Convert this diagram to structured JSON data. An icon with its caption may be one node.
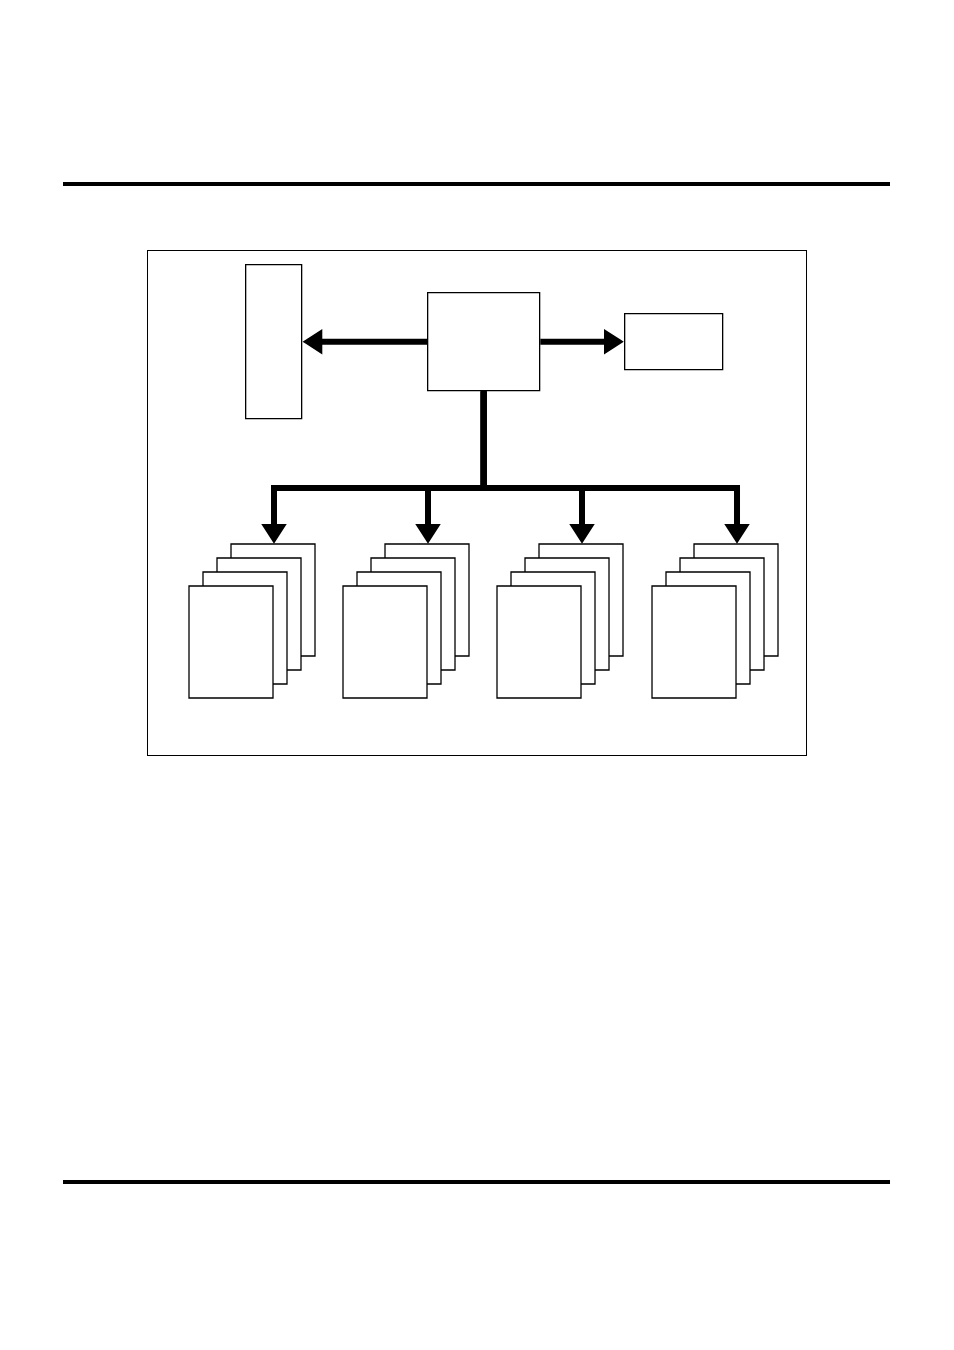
{
  "diagram": {
    "nodes": [
      {
        "text": [],
        "shape": "box"
      },
      {
        "text": [],
        "shape": "box",
        "in": 0
      },
      {
        "text": [],
        "shape": "box",
        "in": 0
      },
      {
        "text": [],
        "shape": "box",
        "in": 0
      },
      {
        "text": [],
        "shape": "stack",
        "in": 0
      },
      {
        "text": [],
        "shape": "stack",
        "in": 0
      },
      {
        "text": [],
        "shape": "stack",
        "in": 0
      },
      {
        "text": [],
        "shape": "stack",
        "in": 0
      }
    ],
    "edges": [
      {
        "from": 2,
        "to": 1,
        "arrow": "to"
      },
      {
        "from": 2,
        "to": 3,
        "arrow": "to"
      },
      {
        "from": 2,
        "to": 4,
        "arrow": "to"
      },
      {
        "from": 2,
        "to": 5,
        "arrow": "to"
      },
      {
        "from": 2,
        "to": 6,
        "arrow": "to"
      },
      {
        "from": 2,
        "to": 7,
        "arrow": "to"
      }
    ]
  }
}
